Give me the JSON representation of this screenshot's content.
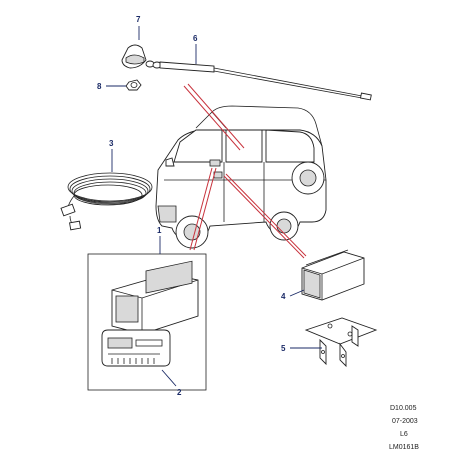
{
  "callouts": {
    "c1": "1",
    "c2": "2",
    "c3": "3",
    "c4": "4",
    "c5": "5",
    "c6": "6",
    "c7": "7",
    "c8": "8"
  },
  "reference": {
    "line1": "D10.005",
    "line2": "07-2003",
    "line3": "L6",
    "line4": "LM0161B"
  },
  "colors": {
    "callout_text": "#1a2a66",
    "leader_red": "#c8323c",
    "linework": "#222222"
  }
}
